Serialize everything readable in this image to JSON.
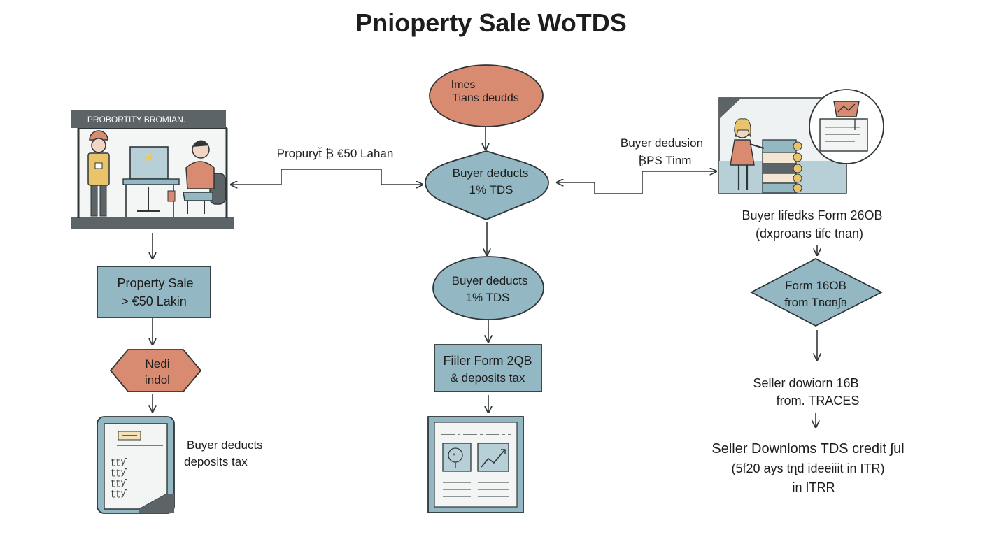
{
  "title": "Pnioperty Sale WoTDS",
  "colors": {
    "teal": "#93b8c3",
    "terracotta": "#d98b72",
    "ink": "#2f3638",
    "paper": "#f3f5f5"
  },
  "left": {
    "banner": "PROBORTITY BROMIAN.",
    "box": [
      "Property Sale",
      "> €50 Lakin"
    ],
    "hexagon": [
      "Nedi",
      "indol"
    ],
    "note": [
      "Buyer deducts",
      "deposits tax"
    ],
    "icons": [
      "office-illustration",
      "worker-icon",
      "person-at-desk-icon",
      "document-icon"
    ]
  },
  "center": {
    "top_oval": [
      "Imes",
      "Tians deudds"
    ],
    "diamond": [
      "Buyer deducts",
      "1% TDS"
    ],
    "oval2": [
      "Buyer deducts",
      "1% TDS"
    ],
    "box": [
      "Fiiler Form 2QB",
      "& deposits tax"
    ],
    "icons": [
      "report-document-icon",
      "chart-icon",
      "lightbulb-icon"
    ]
  },
  "connectors": {
    "left_label": "Propuryt̆ ₿ €50 Lahan",
    "right_label": [
      "Buyer dedusion",
      "₿PS Tinm"
    ]
  },
  "right": {
    "text1": [
      "Buyer lifedks Form 26OB",
      "(dxproans tifc tnan)"
    ],
    "hexagon": [
      "Form 16OB",
      "from Tʙαʙʃʙ"
    ],
    "text2": [
      "Seller dowiorn 16B",
      "from. TRACES"
    ],
    "text3": [
      "Seller Downloms TDS credit ʃul",
      "(5f20 ays tɳd ideeiiit in ITR)",
      "in ITRR"
    ],
    "icons": [
      "woman-figure-icon",
      "stacked-files-icon",
      "certificate-icon"
    ]
  }
}
